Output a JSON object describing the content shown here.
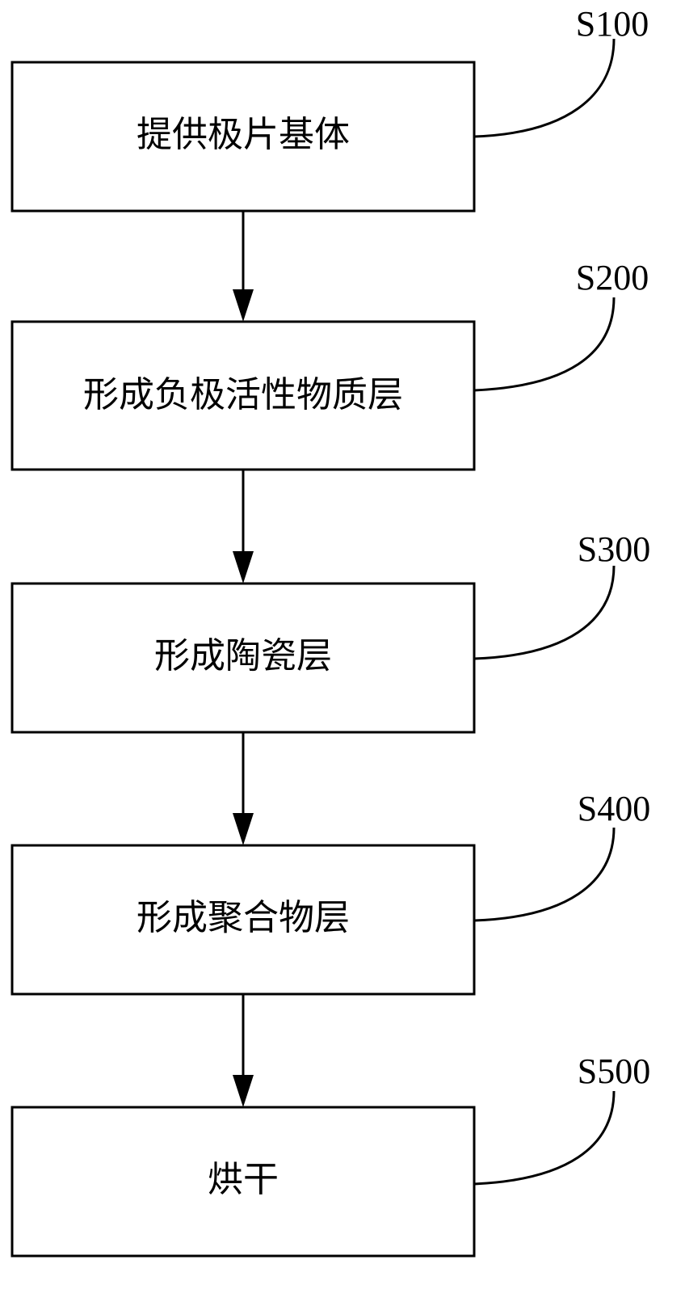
{
  "steps": [
    {
      "id": "S100",
      "label": "S100",
      "text": "提供极片基体"
    },
    {
      "id": "S200",
      "label": "S200",
      "text": "形成负极活性物质层"
    },
    {
      "id": "S300",
      "label": "S300",
      "text": "形成陶瓷层"
    },
    {
      "id": "S400",
      "label": "S400",
      "text": "形成聚合物层"
    },
    {
      "id": "S500",
      "label": "S500",
      "text": "烘干"
    }
  ],
  "colors": {
    "stroke": "#000000",
    "background": "#ffffff"
  }
}
